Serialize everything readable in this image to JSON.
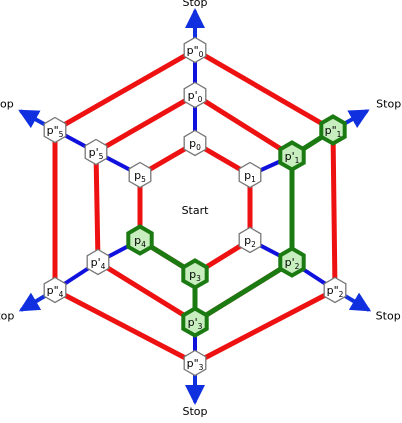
{
  "colors": {
    "red_edge": "#ee1111",
    "blue_edge": "#1111dd",
    "green_path": "#1b7a12",
    "green_fill": "#c8eec0",
    "node_fill": "#ffffff",
    "node_stroke": "#777777",
    "arrow": "#1030e0"
  },
  "center_label": "Start",
  "stop_label": "Stop",
  "nodes": [
    {
      "id": "p0",
      "base": "p",
      "prime": "",
      "sub": "0",
      "path": false
    },
    {
      "id": "p1",
      "base": "p",
      "prime": "",
      "sub": "1",
      "path": false
    },
    {
      "id": "p2",
      "base": "p",
      "prime": "",
      "sub": "2",
      "path": false
    },
    {
      "id": "p3",
      "base": "p",
      "prime": "",
      "sub": "3",
      "path": true
    },
    {
      "id": "p4",
      "base": "p",
      "prime": "",
      "sub": "4",
      "path": true
    },
    {
      "id": "p5",
      "base": "p",
      "prime": "",
      "sub": "5",
      "path": false
    },
    {
      "id": "q0",
      "base": "p",
      "prime": "'",
      "sub": "0",
      "path": false
    },
    {
      "id": "q1",
      "base": "p",
      "prime": "'",
      "sub": "1",
      "path": true
    },
    {
      "id": "q2",
      "base": "p",
      "prime": "'",
      "sub": "2",
      "path": true
    },
    {
      "id": "q3",
      "base": "p",
      "prime": "'",
      "sub": "3",
      "path": true
    },
    {
      "id": "q4",
      "base": "p",
      "prime": "'",
      "sub": "4",
      "path": false
    },
    {
      "id": "q5",
      "base": "p",
      "prime": "'",
      "sub": "5",
      "path": false
    },
    {
      "id": "r0",
      "base": "p",
      "prime": "\"",
      "sub": "0",
      "path": false
    },
    {
      "id": "r1",
      "base": "p",
      "prime": "\"",
      "sub": "1",
      "path": true
    },
    {
      "id": "r2",
      "base": "p",
      "prime": "\"",
      "sub": "2",
      "path": false
    },
    {
      "id": "r3",
      "base": "p",
      "prime": "\"",
      "sub": "3",
      "path": false
    },
    {
      "id": "r4",
      "base": "p",
      "prime": "\"",
      "sub": "4",
      "path": false
    },
    {
      "id": "r5",
      "base": "p",
      "prime": "\"",
      "sub": "5",
      "path": false
    }
  ],
  "stop_nodes": [
    "r0",
    "r1",
    "r2",
    "r3",
    "r4",
    "r5"
  ],
  "green_path_edges": [
    [
      "p4",
      "p3"
    ],
    [
      "p3",
      "q3"
    ],
    [
      "q3",
      "q2"
    ],
    [
      "q2",
      "q1"
    ],
    [
      "q1",
      "r1"
    ]
  ]
}
